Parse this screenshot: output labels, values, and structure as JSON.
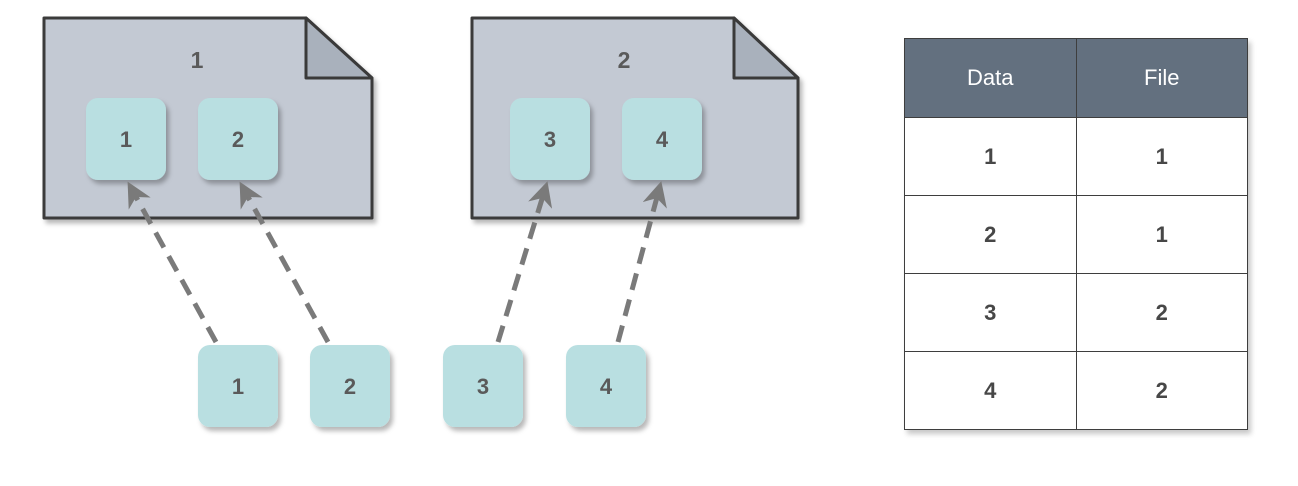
{
  "files": [
    {
      "label": "1",
      "slots": [
        "1",
        "2"
      ]
    },
    {
      "label": "2",
      "slots": [
        "3",
        "4"
      ]
    }
  ],
  "incoming": [
    "1",
    "2",
    "3",
    "4"
  ],
  "table": {
    "headers": [
      "Data",
      "File"
    ],
    "rows": [
      [
        "1",
        "1"
      ],
      [
        "2",
        "1"
      ],
      [
        "3",
        "2"
      ],
      [
        "4",
        "2"
      ]
    ]
  },
  "colors": {
    "file_fill": "#c3c9d3",
    "file_fold": "#a9b1bc",
    "outline": "#3a3a3a",
    "tile_fill": "#b9dfe1",
    "tile_text": "#5a5a5a",
    "arrow": "#7a7a7a",
    "header_fill": "#63707f"
  }
}
